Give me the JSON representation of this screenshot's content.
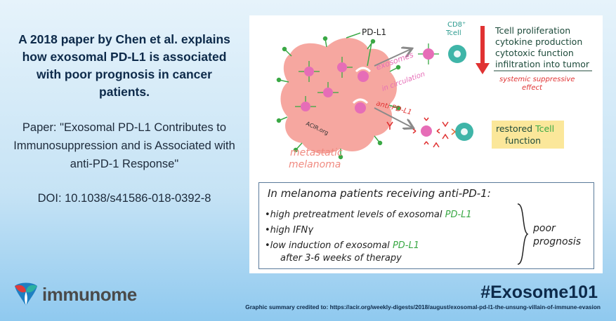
{
  "headline": "A 2018 paper by Chen et al. explains how exosomal PD-L1 is associated with poor prognosis in cancer patients.",
  "paper_line": "Paper: \"Exosomal PD-L1 Contributes to Immunosuppression and is Associated with anti-PD-1 Response\"",
  "doi": "DOI: 10.1038/s41586-018-0392-8",
  "logo": {
    "name": "immunome"
  },
  "hashtag": "#Exosome101",
  "credit": "Graphic summary credited to: https://acir.org/weekly-digests/2018/august/exosomal-pd-l1-the-unsung-villain-of-immune-evasion",
  "diagram": {
    "pdl1_label": "PD-L1",
    "cd8_label": "CD8⁺\nTcell",
    "exosomes_label": "exosomes",
    "circulation_label": "in circulation",
    "anti_label": "anti-PD-L1",
    "acir_mark": "ACIR.org",
    "tumor_label": "metastatic\nmelanoma",
    "effects": [
      "Tcell proliferation",
      "cytokine production",
      "cytotoxic function",
      "infiltration into tumor"
    ],
    "suppressive_label": "systemic suppressive effect",
    "restored_label": "restored Tcell function",
    "colors": {
      "tumor": "#f6a7a0",
      "exosome": "#e66db7",
      "tcell": "#3fb5a8",
      "arrow_red": "#e03232",
      "green": "#3aa845",
      "highlight": "#fbe79a"
    }
  },
  "box": {
    "title": "In melanoma patients receiving anti-PD-1:",
    "item1_pre": "•high pretreatment levels of exosomal",
    "item1_green": "PD-L1",
    "item2": "•high IFNγ",
    "item3_pre": "•low induction of exosomal",
    "item3_green": "PD-L1",
    "item3_cont": "after 3-6 weeks of therapy",
    "poor": "poor\nprognosis"
  }
}
